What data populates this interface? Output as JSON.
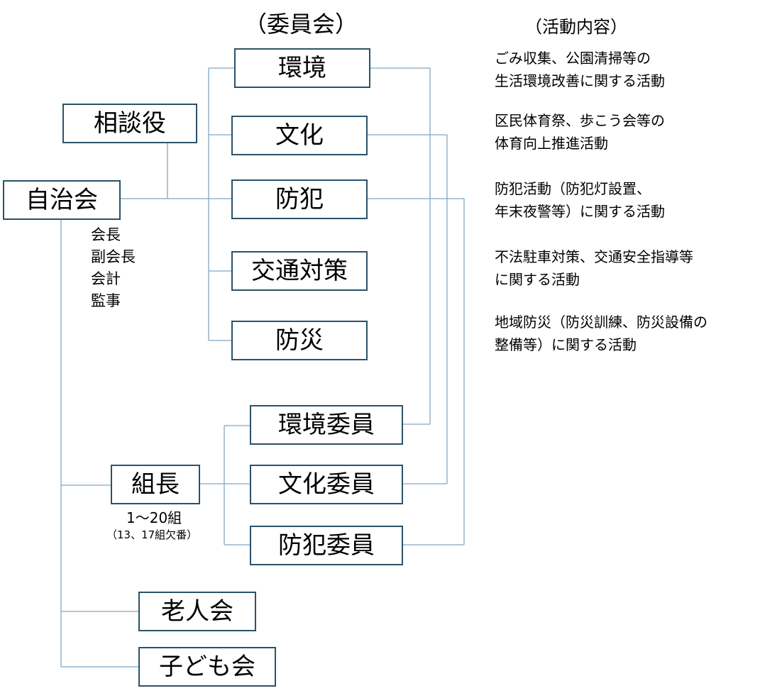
{
  "headings": {
    "committee": "（委員会）",
    "activity": "（活動内容）"
  },
  "nodes": {
    "jichikai": "自治会",
    "soudanyaku": "相談役",
    "kumichou": "組長",
    "roujinkai": "老人会",
    "kodomokai": "子ども会"
  },
  "committees": [
    {
      "label": "環境"
    },
    {
      "label": "文化"
    },
    {
      "label": "防犯"
    },
    {
      "label": "交通対策"
    },
    {
      "label": "防災"
    }
  ],
  "members": [
    {
      "label": "環境委員"
    },
    {
      "label": "文化委員"
    },
    {
      "label": "防犯委員"
    }
  ],
  "officers": [
    "会長",
    "副会長",
    "会計",
    "監事"
  ],
  "kumi_note": {
    "range": "1～20組",
    "missing": "（13、17組欠番）"
  },
  "activities": [
    {
      "line1": "ごみ収集、公園清掃等の",
      "line2": "生活環境改善に関する活動"
    },
    {
      "line1": "区民体育祭、歩こう会等の",
      "line2": "体育向上推進活動"
    },
    {
      "line1": "防犯活動（防犯灯設置、",
      "line2": "年末夜警等）に関する活動"
    },
    {
      "line1": "不法駐車対策、交通安全指導等",
      "line2": "に関する活動"
    },
    {
      "line1": "地域防災（防災訓練、防災設備の",
      "line2": "整備等）に関する活動"
    }
  ],
  "colors": {
    "box_border": "#2b5269",
    "connector": "#7fa7c7"
  }
}
